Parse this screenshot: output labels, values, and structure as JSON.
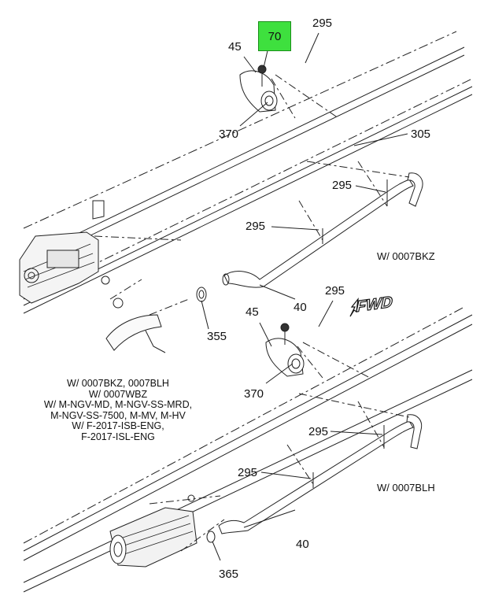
{
  "diagram": {
    "callouts": [
      {
        "id": "c295a",
        "text": "295"
      },
      {
        "id": "c45a",
        "text": "45"
      },
      {
        "id": "c370a",
        "text": "370"
      },
      {
        "id": "c305",
        "text": "305"
      },
      {
        "id": "c295b",
        "text": "295"
      },
      {
        "id": "c295c",
        "text": "295"
      },
      {
        "id": "c40a",
        "text": "40"
      },
      {
        "id": "c355",
        "text": "355"
      },
      {
        "id": "c295d",
        "text": "295"
      },
      {
        "id": "c45b",
        "text": "45"
      },
      {
        "id": "c370b",
        "text": "370"
      },
      {
        "id": "c295e",
        "text": "295"
      },
      {
        "id": "c295f",
        "text": "295"
      },
      {
        "id": "c40b",
        "text": "40"
      },
      {
        "id": "c365",
        "text": "365"
      }
    ],
    "highlighted_callout": "70",
    "highlight_color": "#3ee03e",
    "upper_variant": "W/ 0007BKZ",
    "lower_variant": "W/ 0007BLH",
    "fwd_label": "FWD",
    "applicability_note": [
      "W/ 0007BKZ, 0007BLH",
      "W/ 0007WBZ",
      "W/ M-NGV-MD, M-NGV-SS-MRD,",
      "M-NGV-SS-7500, M-MV, M-HV",
      "W/ F-2017-ISB-ENG,",
      "F-2017-ISL-ENG"
    ]
  }
}
